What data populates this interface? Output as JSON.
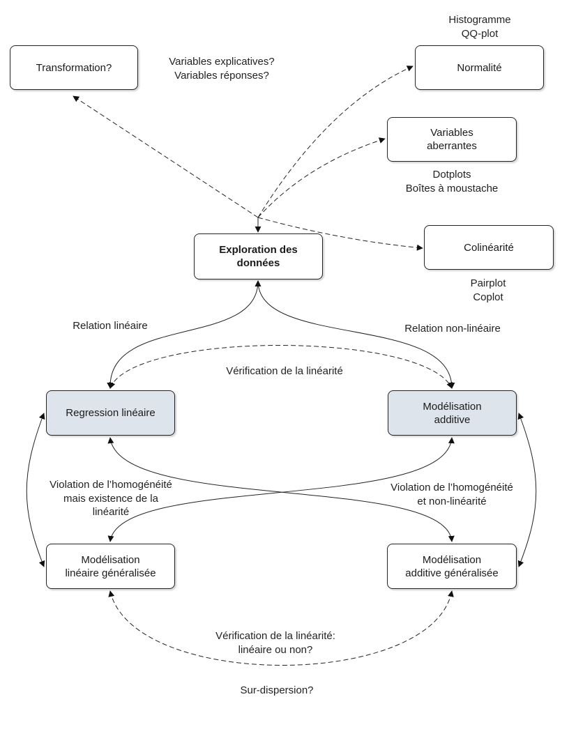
{
  "nodes": {
    "transformation": "Transformation?",
    "normalite": "Normalité",
    "aberrantes": "Variables\naberrantes",
    "exploration": "Exploration des\ndonnées",
    "colinearite": "Colinéarité",
    "regression": "Regression linéaire",
    "additive": "Modélisation\nadditive",
    "glm": "Modélisation\nlinéaire généralisée",
    "gam": "Modélisation\nadditive généralisée"
  },
  "labels": {
    "variables": "Variables explicatives?\nVariables réponses?",
    "histogramme": "Histogramme\nQQ-plot",
    "dotplots": "Dotplots\nBoîtes à moustache",
    "pairplot": "Pairplot\nCoplot",
    "relation_lineaire": "Relation linéaire",
    "relation_non_lineaire": "Relation non-linéaire",
    "verif_linearite": "Vérification de la linéarité",
    "violation_left": "Violation de l’homogénéité\nmais existence de la\nlinéarité",
    "violation_right": "Violation de l’homogénéité\net non-linéarité",
    "verif_lineaire_ou_non": "Vérification de la linéarité:\nlinéaire ou non?",
    "sur_dispersion": "Sur-dispersion?"
  }
}
